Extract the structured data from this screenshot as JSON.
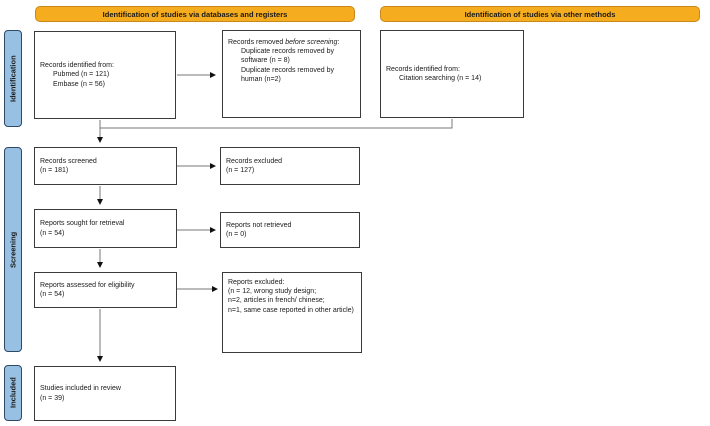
{
  "colors": {
    "header_bg": "#F5AC1E",
    "header_border": "#C8891A",
    "sidebar_bg": "#97C0E2",
    "sidebar_border": "#2F4A66",
    "box_border": "#3A3A3A",
    "arrow": "#6b6b6b"
  },
  "headers": {
    "databases": "Identification of studies via databases and registers",
    "other": "Identification of studies via other methods"
  },
  "sidebar": {
    "identification": "Identification",
    "screening": "Screening",
    "included": "Included"
  },
  "boxes": {
    "records_identified": {
      "line1": "Records identified from:",
      "items": [
        "Pubmed (n = 121)",
        "Embase (n = 56)"
      ]
    },
    "records_removed": {
      "prefix": "Records removed ",
      "italic": "before screening",
      "suffix": ":",
      "items": [
        "Duplicate records removed by software (n = 8)",
        "Duplicate records removed by human (n=2)"
      ]
    },
    "citation": {
      "line1": "Records identified from:",
      "items": [
        "Citation searching (n = 14)"
      ]
    },
    "records_screened": {
      "line1": "Records screened",
      "line2": "(n = 181)"
    },
    "records_excluded": {
      "line1": "Records excluded",
      "line2": "(n = 127)"
    },
    "reports_sought": {
      "line1": "Reports sought for retrieval",
      "line2": "(n = 54)"
    },
    "reports_not_retrieved": {
      "line1": "Reports not retrieved",
      "line2": "(n = 0)"
    },
    "reports_assessed": {
      "line1": "Reports assessed for eligibility",
      "line2": "(n = 54)"
    },
    "reports_excluded": {
      "line1": "Reports excluded:",
      "lines": [
        "(n = 12, wrong study design;",
        "n=2, articles in french/ chinese;",
        "n=1, same case reported in other article)"
      ]
    },
    "studies_included": {
      "line1": "Studies included in review",
      "line2": "(n = 39)"
    }
  }
}
